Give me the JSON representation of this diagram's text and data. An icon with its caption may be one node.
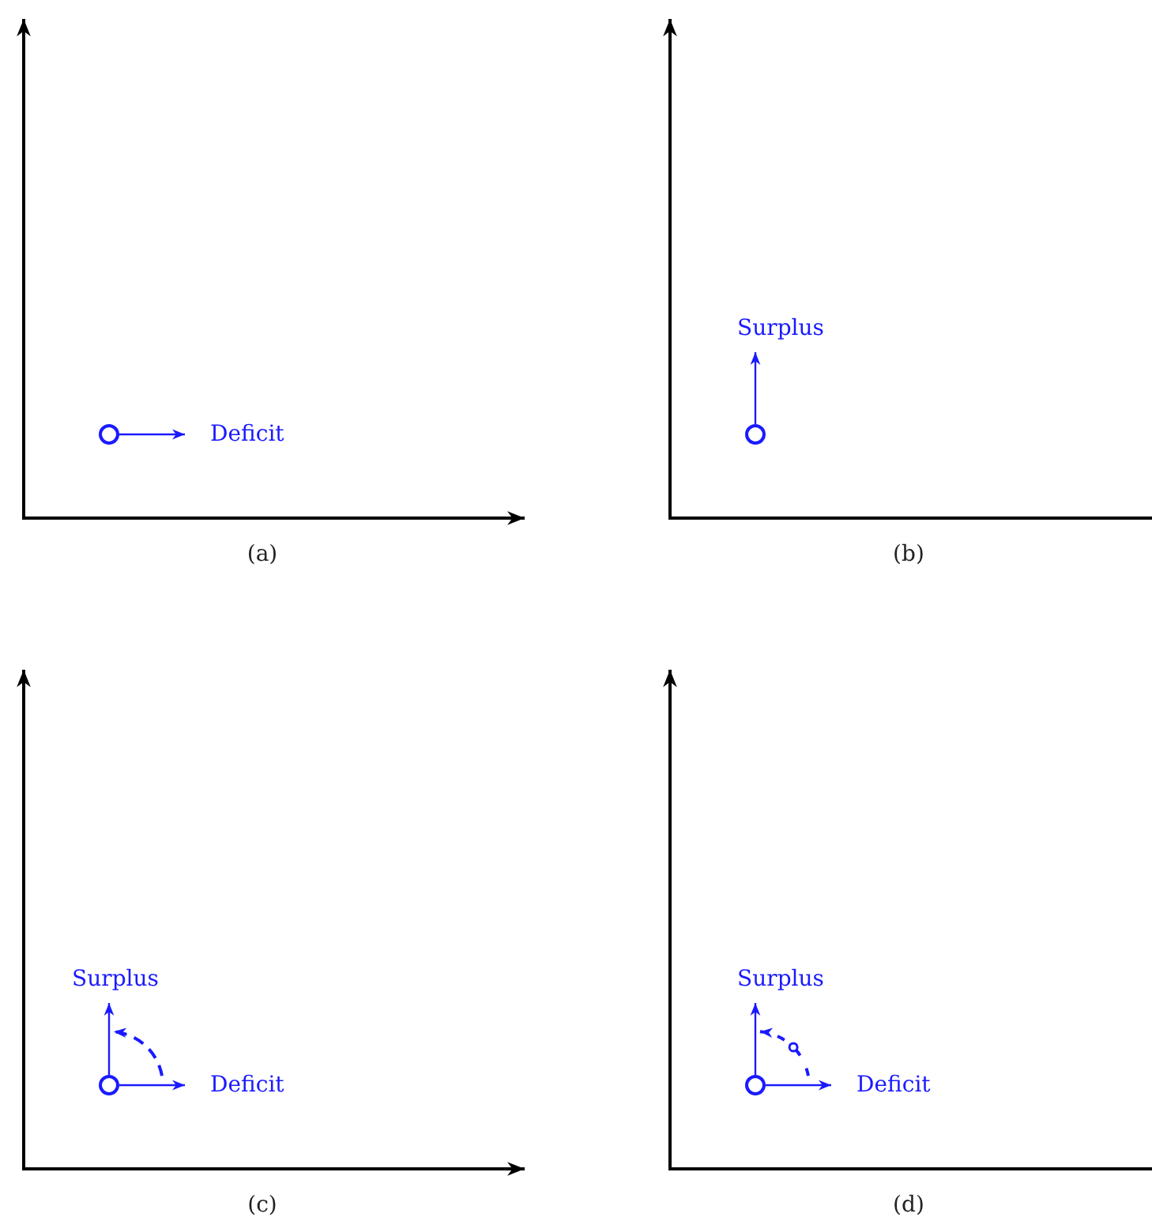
{
  "diagram": {
    "nodes": [
      {
        "text": [],
        "shape": "circle"
      },
      {
        "text": [
          "Deficit"
        ]
      },
      {
        "text": [
          "Surplus"
        ]
      },
      {
        "text": [],
        "shape": "circle"
      },
      {
        "text": [
          "Surplus"
        ]
      },
      {
        "text": [],
        "shape": "circle"
      },
      {
        "text": [
          "Deficit"
        ]
      },
      {
        "text": [
          "Surplus"
        ]
      },
      {
        "text": [],
        "shape": "circle"
      },
      {
        "text": [
          "Deficit"
        ]
      }
    ],
    "edges": [
      {
        "from": 0,
        "to": 1,
        "arrow": "to"
      },
      {
        "from": 3,
        "to": 2,
        "arrow": "to"
      },
      {
        "from": 5,
        "to": 4,
        "arrow": "to"
      },
      {
        "from": 5,
        "to": 6,
        "arrow": "to"
      },
      {
        "from": 8,
        "to": 7,
        "arrow": "to"
      },
      {
        "from": 8,
        "to": 9,
        "arrow": "to"
      }
    ],
    "labels": [
      "(a)",
      "(b)",
      "(c)",
      "(d)"
    ]
  }
}
